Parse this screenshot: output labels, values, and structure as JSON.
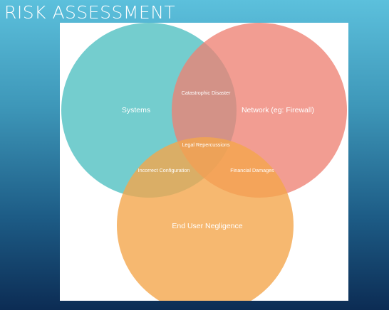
{
  "slide": {
    "title": "RISK ASSESSMENT"
  },
  "diagram": {
    "type": "venn",
    "sets": [
      {
        "id": "systems",
        "label": "Systems",
        "color": "#5cc4c6"
      },
      {
        "id": "network",
        "label": "Network (eg: Firewall)",
        "color": "#ee8273"
      },
      {
        "id": "end-user",
        "label": "End User Negligence",
        "color": "#f4a64c"
      }
    ],
    "overlaps": [
      {
        "id": "systems-network",
        "label": "Catastrophic Disaster"
      },
      {
        "id": "all-three",
        "label": "Legal Repercussions"
      },
      {
        "id": "systems-end-user",
        "label": "Incorrect Configuration"
      },
      {
        "id": "network-end-user",
        "label": "Financial Damages"
      }
    ]
  },
  "colors": {
    "background_top": "#5cc0dc",
    "background_bottom": "#0c2c54",
    "panel": "#ffffff"
  }
}
